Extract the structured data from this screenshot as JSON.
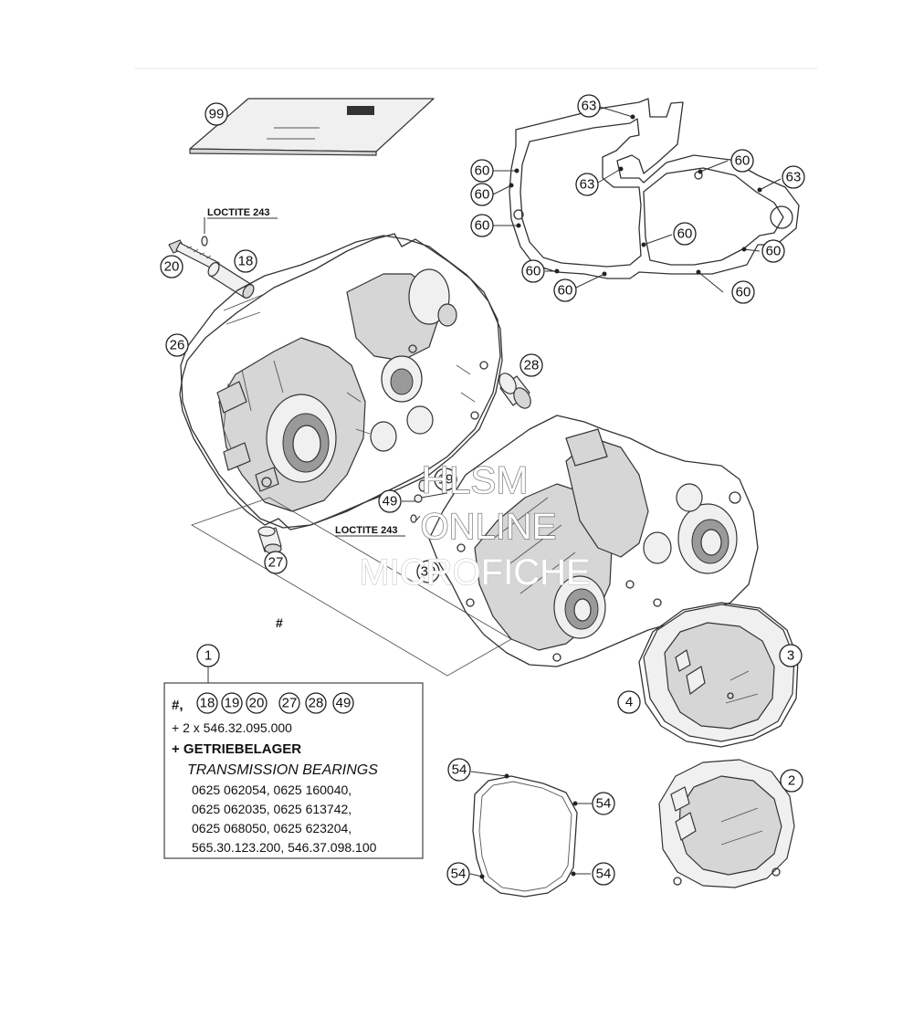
{
  "watermark": {
    "line1": "HLSM",
    "line2": "ONLINE",
    "line3": "MICROFICHE"
  },
  "notes": {
    "loctite_top": "LOCTITE 243",
    "loctite_mid": "LOCTITE 243",
    "hash_mark": "#"
  },
  "callouts": {
    "c99": "99",
    "c63a": "63",
    "c63b": "63",
    "c63c": "63",
    "c60a": "60",
    "c60b": "60",
    "c60c": "60",
    "c60d": "60",
    "c60e": "60",
    "c60f": "60",
    "c60g": "60",
    "c60h": "60",
    "c60i": "60",
    "c20": "20",
    "c18": "18",
    "c26": "26",
    "c28": "28",
    "c19": "19",
    "c49": "49",
    "c27": "27",
    "c39": "39",
    "c1": "1",
    "c3": "3",
    "c4": "4",
    "c2": "2",
    "c54a": "54",
    "c54b": "54",
    "c54c": "54",
    "c54d": "54"
  },
  "legend": {
    "hash": "#,",
    "items": [
      "18",
      "19",
      "20",
      "27",
      "28",
      "49"
    ],
    "line2": "+ 2 x 546.32.095.000",
    "line3": "+ GETRIEBELAGER",
    "line4": "TRANSMISSION BEARINGS",
    "line5": "0625 062054, 0625 160040,",
    "line6": "0625 062035, 0625 613742,",
    "line7": "0625 068050, 0625 623204,",
    "line8": "565.30.123.200, 546.37.098.100"
  }
}
